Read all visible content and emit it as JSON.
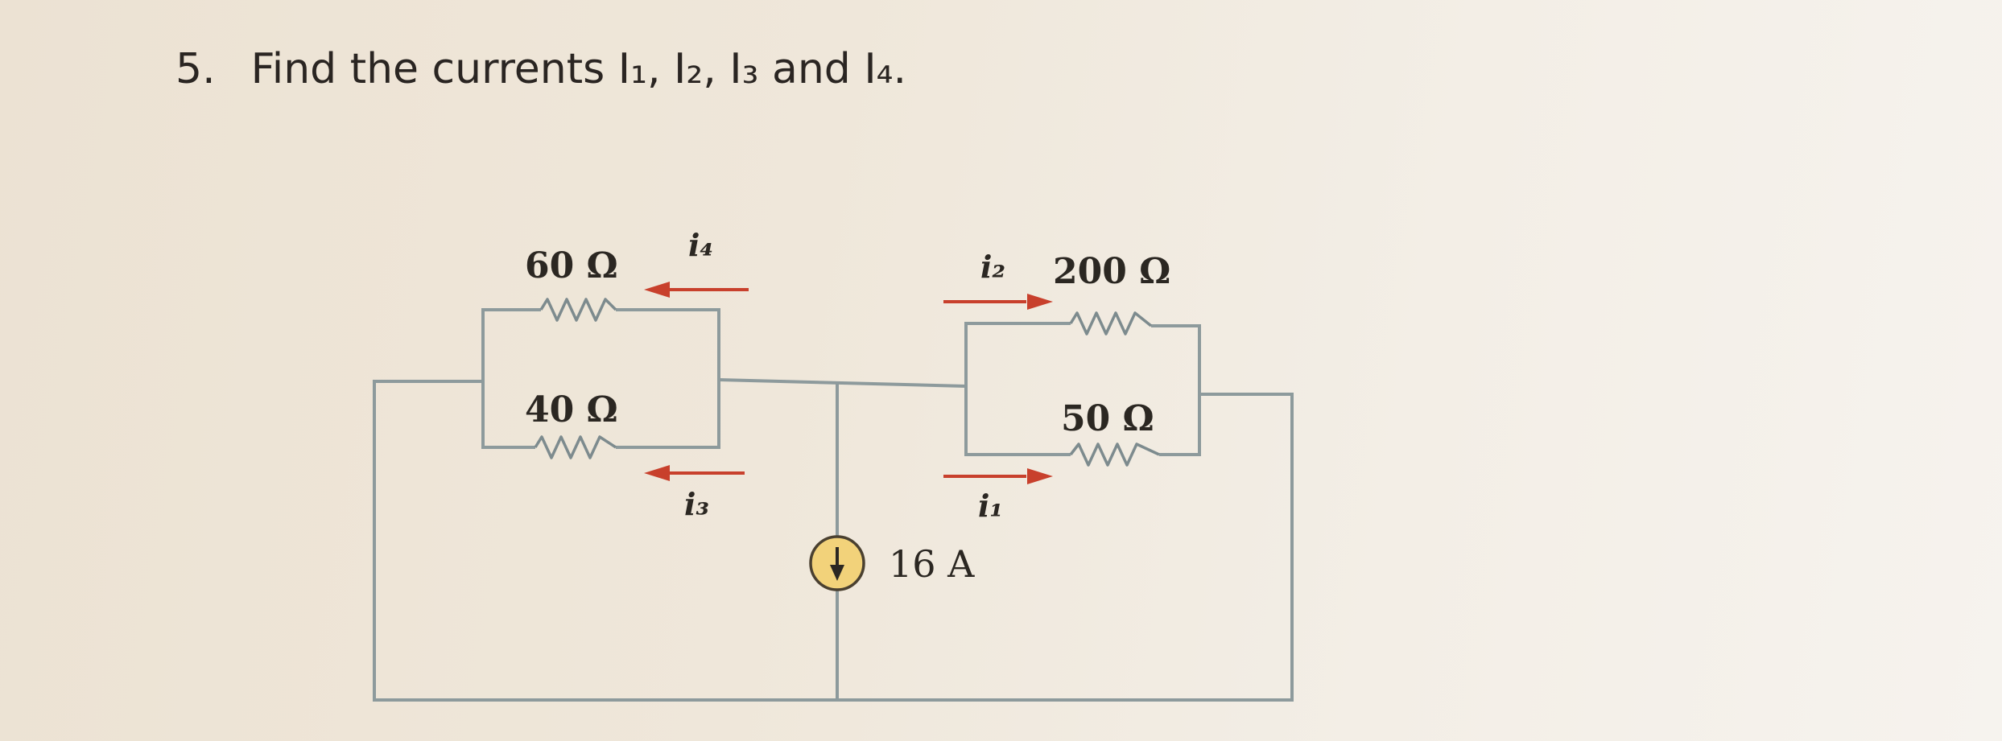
{
  "question": {
    "number": "5.",
    "text": "Find the currents I₁, I₂, I₃ and I₄."
  },
  "circuit": {
    "resistors": {
      "r60": "60 Ω",
      "r40": "40 Ω",
      "r200": "200 Ω",
      "r50": "50 Ω"
    },
    "currents": {
      "i1": "i₁",
      "i2": "i₂",
      "i3": "i₃",
      "i4": "i₄"
    },
    "source": {
      "label": "16 A"
    },
    "colors": {
      "wire": "#8d9a9c",
      "arrow": "#c8402c",
      "source_fill": "#f2d27a"
    }
  }
}
